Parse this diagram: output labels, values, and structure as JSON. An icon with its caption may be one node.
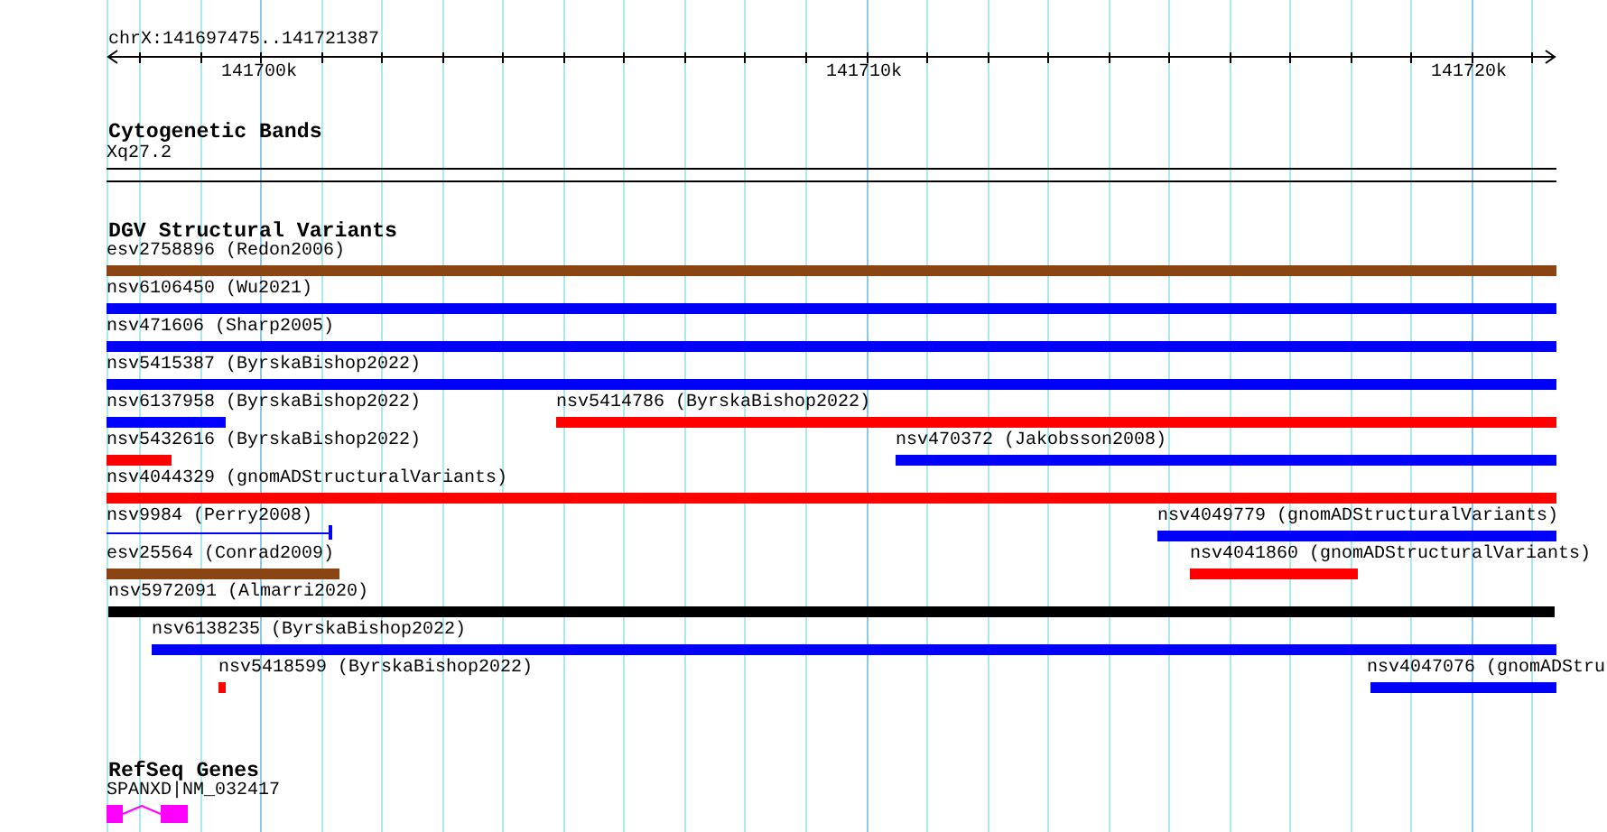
{
  "diagram": {
    "nodes": [
      {
        "text": [
          "Xq27.2"
        ]
      },
      {
        "text": [
          "esv2758896 (Redon2006)"
        ]
      },
      {
        "text": [
          "nsv6106450 (Wu2021)"
        ]
      },
      {
        "text": [
          "nsv471606 (Sharp2005)"
        ]
      },
      {
        "text": [
          "nsv5415387 (ByrskaBishop2022)"
        ]
      },
      {
        "text": [
          "nsv6137958 (ByrskaBishop2022)"
        ]
      },
      {
        "text": [
          "nsv5414786 (ByrskaBishop2022)"
        ]
      },
      {
        "text": [
          "nsv5432616 (ByrskaBishop2022)"
        ]
      },
      {
        "text": [
          "nsv470372 (Jakobsson2008)"
        ]
      },
      {
        "text": [
          "nsv4044329 (gnomADStructuralVariants)"
        ]
      },
      {
        "text": [
          "nsv9984 (Perry2008)"
        ]
      },
      {
        "text": [
          "nsv4049779 (gnomADStructuralVariants)"
        ]
      },
      {
        "text": [
          "esv25564 (Conrad2009)"
        ]
      },
      {
        "text": [
          "nsv4041860 (gnomADStructuralVariants)"
        ]
      },
      {
        "text": [
          "nsv5972091 (Almarri2020)"
        ]
      },
      {
        "text": [
          "nsv6138235 (ByrskaBishop2022)"
        ]
      },
      {
        "text": [
          "nsv5418599 (ByrskaBishop2022)"
        ]
      },
      {
        "text": [
          "nsv4047076 (gnomADStru"
        ]
      },
      {
        "text": [
          "SPANXD|NM_032417"
        ]
      }
    ],
    "labels": [
      "chrX:141697475..141721387",
      "141700k",
      "141710k",
      "141720k",
      "Cytogenetic Bands",
      "DGV Structural Variants",
      "RefSeq Genes"
    ]
  }
}
